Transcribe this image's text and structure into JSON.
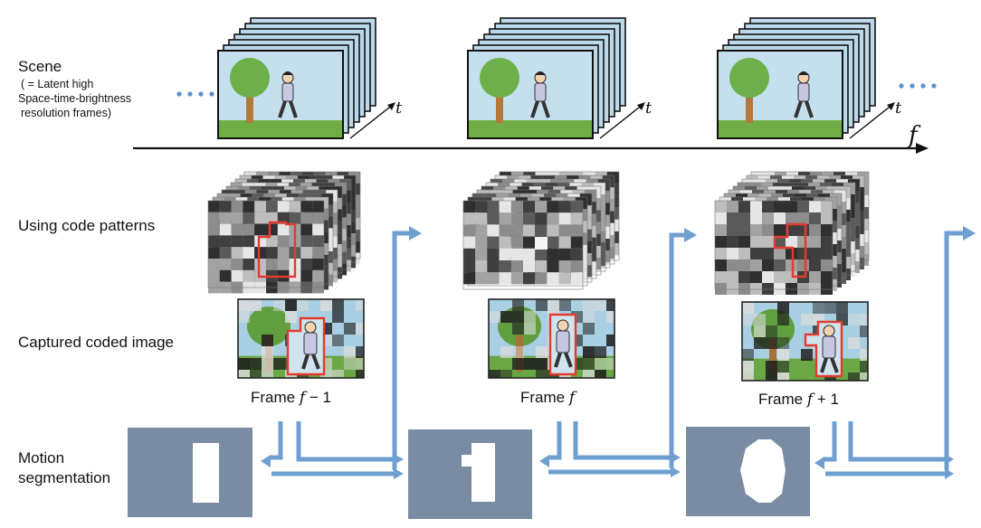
{
  "labels": {
    "scene_title": "Scene",
    "scene_note_1": "( = Latent high",
    "scene_note_2": "Space-time-brightness",
    "scene_note_3": "resolution frames)",
    "code_patterns": "Using code patterns",
    "captured": "Captured coded image",
    "motion_1": "Motion",
    "motion_2": "segmentation"
  },
  "axes": {
    "time": "t",
    "frame": "f"
  },
  "frames": [
    {
      "prefix": "Frame",
      "var": "f",
      "suffix": " − 1"
    },
    {
      "prefix": "Frame",
      "var": "f",
      "suffix": ""
    },
    {
      "prefix": "Frame",
      "var": "f",
      "suffix": " + 1"
    }
  ],
  "colors": {
    "arrow": "#6f9fd0",
    "mask_bg": "#7a8ca3",
    "mask_fg": "#ffffff",
    "highlight": "#e33b2e",
    "dots": "#5a8fd0"
  }
}
